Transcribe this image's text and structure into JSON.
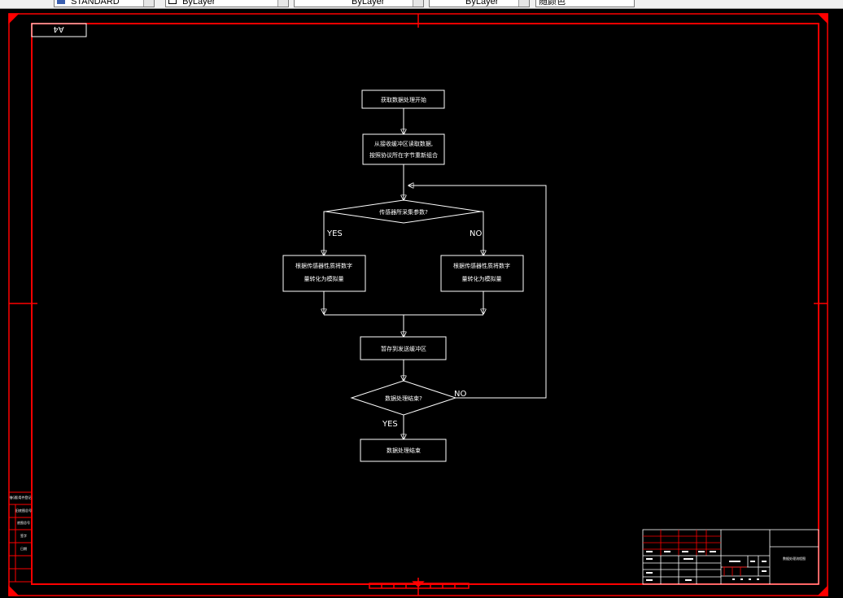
{
  "toolbar": {
    "style_field": "STANDARD",
    "color_field": "ByLayer",
    "linetype_field": "ByLayer",
    "lineweight_field": "ByLayer",
    "plotstyle_field": "随颜色"
  },
  "drawing": {
    "sheet_size": "A4",
    "flowchart": {
      "start": "获取数据处理开始",
      "read_line1": "从接收缓冲区读取数据,",
      "read_line2": "按照协议所在字节重新组合",
      "decision_type": "传感器所采集参数?",
      "yes_label": "YES",
      "no_label": "NO",
      "left_line1": "根据传感器性质将数字",
      "left_line2": "量转化为模拟量",
      "right_line1": "根据传感器性质将数字",
      "right_line2": "量转化为模拟量",
      "store": "暂存到发送缓冲区",
      "decision_end": "数据处理结束?",
      "end_no_label": "NO",
      "end_yes_label": "YES",
      "finish": "数据处理结束"
    },
    "side_labels": [
      "借(通)用件登记",
      "旧底图总号",
      "底图总号",
      "签字",
      "日期"
    ],
    "title_block": {
      "drawing_title": "数据处理流程图"
    }
  },
  "colors": {
    "frame": "#ff0000",
    "lines": "#ffffff",
    "background": "#000000"
  }
}
